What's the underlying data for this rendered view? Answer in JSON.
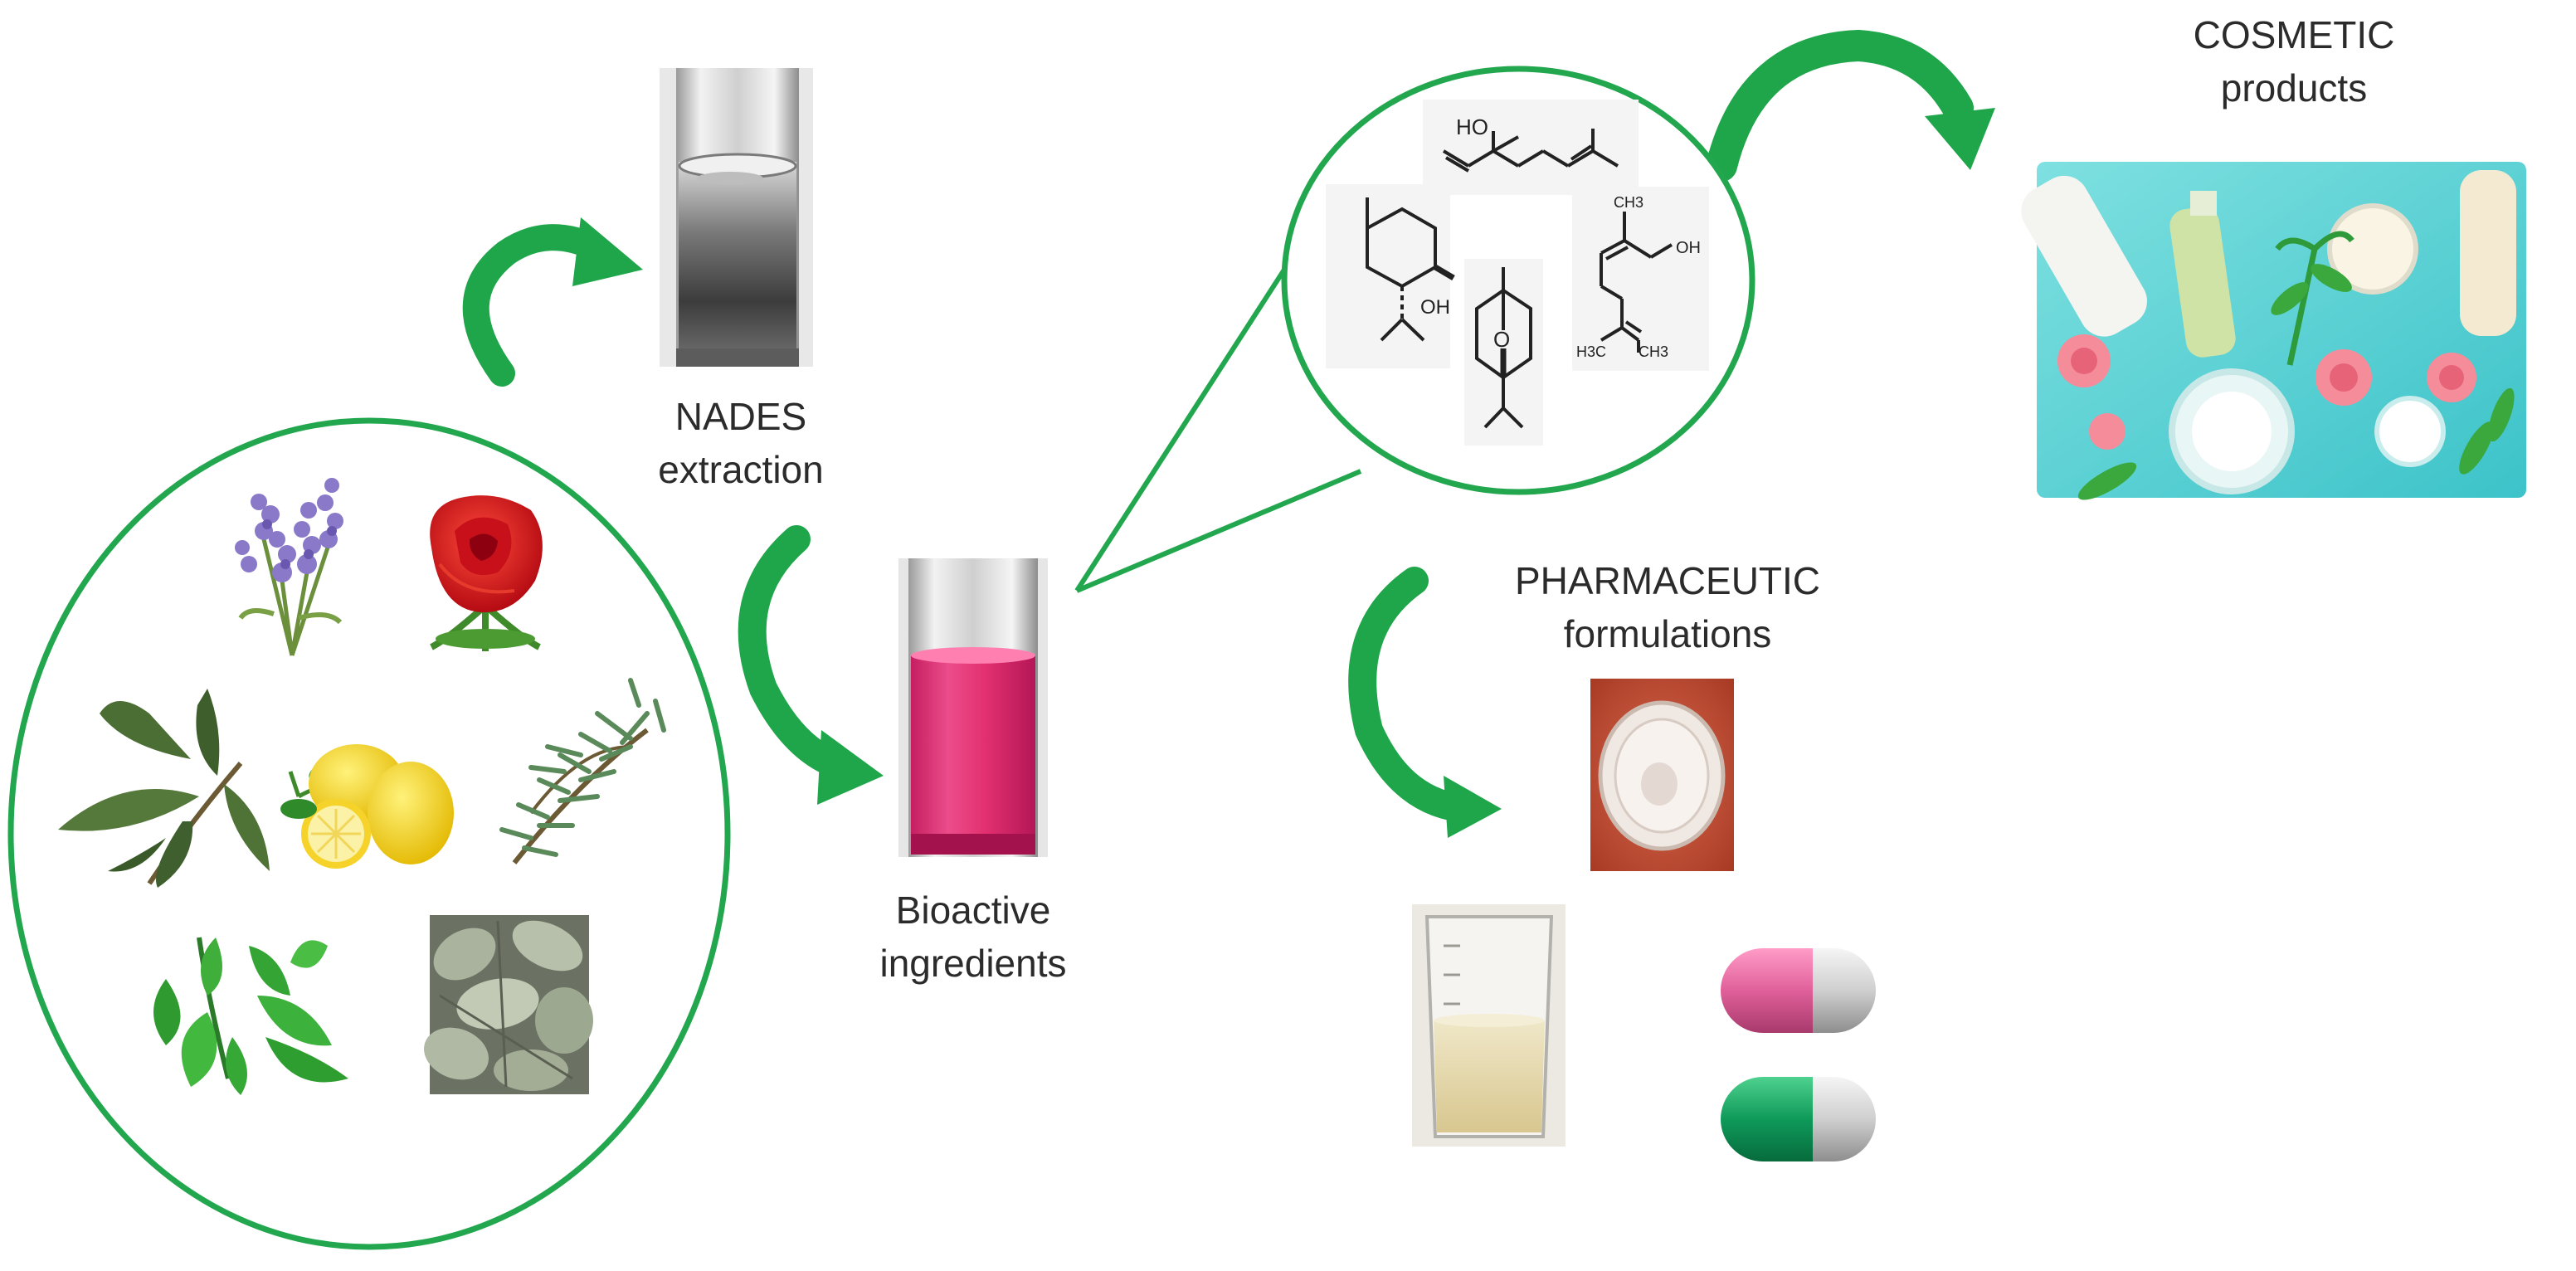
{
  "labels": {
    "nades_line1": "NADES",
    "nades_line2": "extraction",
    "bioactive_line1": "Bioactive",
    "bioactive_line2": "ingredients",
    "cosmetic_line1": "COSMETIC",
    "cosmetic_line2": "products",
    "pharma_line1": "PHARMACEUTIC",
    "pharma_line2": "formulations"
  },
  "molecule_labels": {
    "ho": "HO",
    "oh_1": "OH",
    "oh_2": "OH",
    "ch3_1": "CH3",
    "h3c": "H3C",
    "ch3_2": "CH3",
    "o": "O"
  },
  "colors": {
    "accent_green": "#1fa64a",
    "circle_green": "#22a74f",
    "liquid_pink": "#e23576",
    "capsule_pink": "#e0609a",
    "capsule_green": "#0f9a5a",
    "background_teal": "#5fd3d6"
  },
  "icons": {
    "plants": [
      "lavender",
      "rose",
      "bay-leaf",
      "lemon",
      "rosemary",
      "mint",
      "sage"
    ],
    "products": [
      "nades-vial",
      "bioactive-vial",
      "cosmetics-photo",
      "gel-dish",
      "beaker",
      "capsule-pink",
      "capsule-green"
    ]
  }
}
